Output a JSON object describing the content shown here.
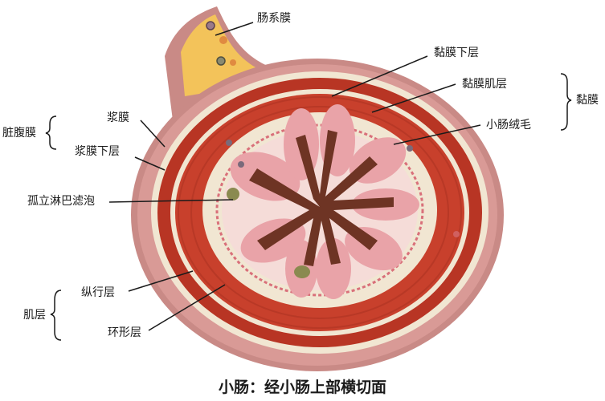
{
  "title": "小肠：经小肠上部横切面",
  "labels": {
    "mesentery": "肠系膜",
    "submucosa": "黏膜下层",
    "muscularis_mucosae": "黏膜肌层",
    "villi": "小肠绒毛",
    "mucosa_group": "黏膜",
    "serosa": "浆膜",
    "subserosa": "浆膜下层",
    "visceral_peritoneum_group": "脏腹膜",
    "lymph_follicle": "孤立淋巴滤泡",
    "longitudinal_layer": "纵行层",
    "circular_layer": "环形层",
    "muscular_group": "肌层"
  },
  "colors": {
    "outer_serosa": "#c98a86",
    "muscle": "#c8402c",
    "muscle_dark": "#a8301f",
    "submucosa": "#f1e6d2",
    "mucosa_pink": "#e9a3a8",
    "lumen": "#6e3424",
    "mesentery_fat": "#f3c35a"
  }
}
